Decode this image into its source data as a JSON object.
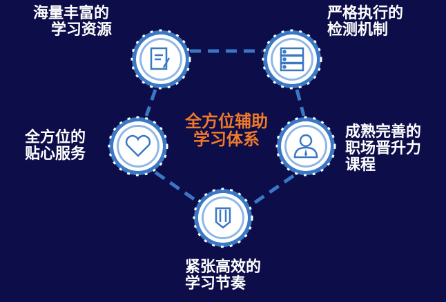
{
  "center_title": {
    "line1": "全方位辅助",
    "line2": "学习体系"
  },
  "nodes": [
    {
      "line1": "海量丰富的",
      "line2": "学习资源",
      "icon": "document-edit-icon"
    },
    {
      "line1": "严格执行的",
      "line2": "检测机制",
      "icon": "server-icon"
    },
    {
      "line1": "全方位的",
      "line2": "贴心服务",
      "icon": "heart-icon"
    },
    {
      "line1": "成熟完善的",
      "line2": "职场晋升力",
      "line3": "课程",
      "icon": "user-icon"
    },
    {
      "line1": "紧张高效的",
      "line2": "学习节奏",
      "icon": "pencil-badge-icon"
    }
  ],
  "colors": {
    "background": "#0d0d4a",
    "ring": "#3a78c4",
    "accent": "#f07a2a"
  }
}
